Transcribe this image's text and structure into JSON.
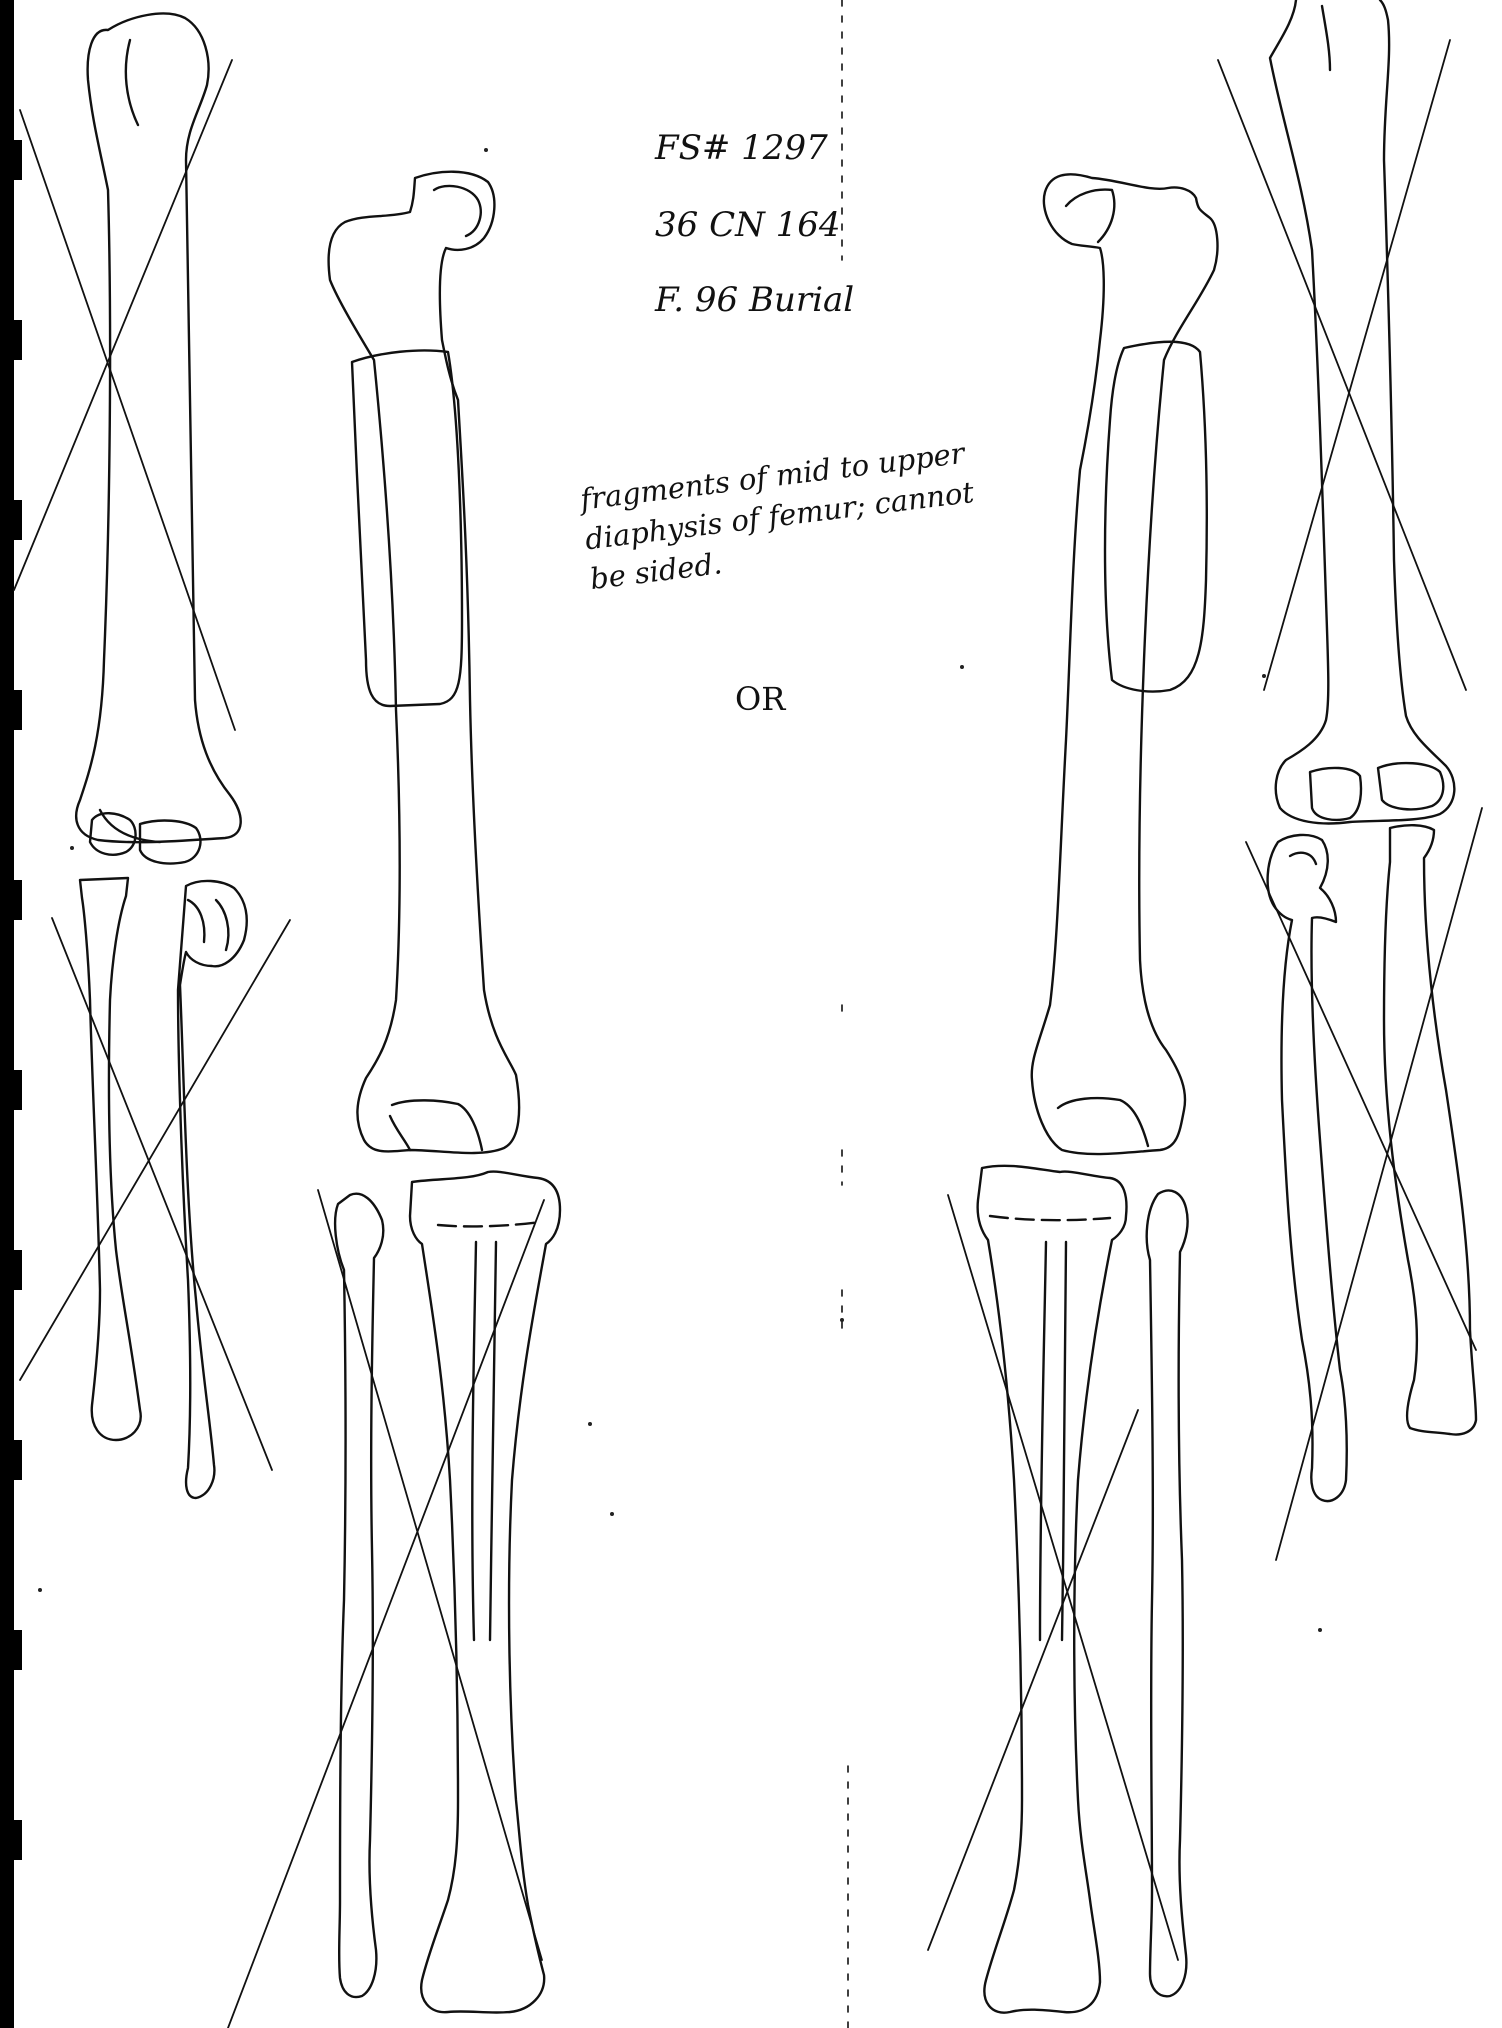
{
  "labels": {
    "fs_number": "FS# 1297",
    "site_number": "36 CN 164",
    "burial": "F. 96 Burial",
    "note_lines": [
      "fragments of mid to upper",
      "diaphysis of femur; cannot",
      "be sided."
    ],
    "or": "OR"
  },
  "colors": {
    "ink": "#111111",
    "paper": "#ffffff",
    "edge_bar": "#000000"
  }
}
